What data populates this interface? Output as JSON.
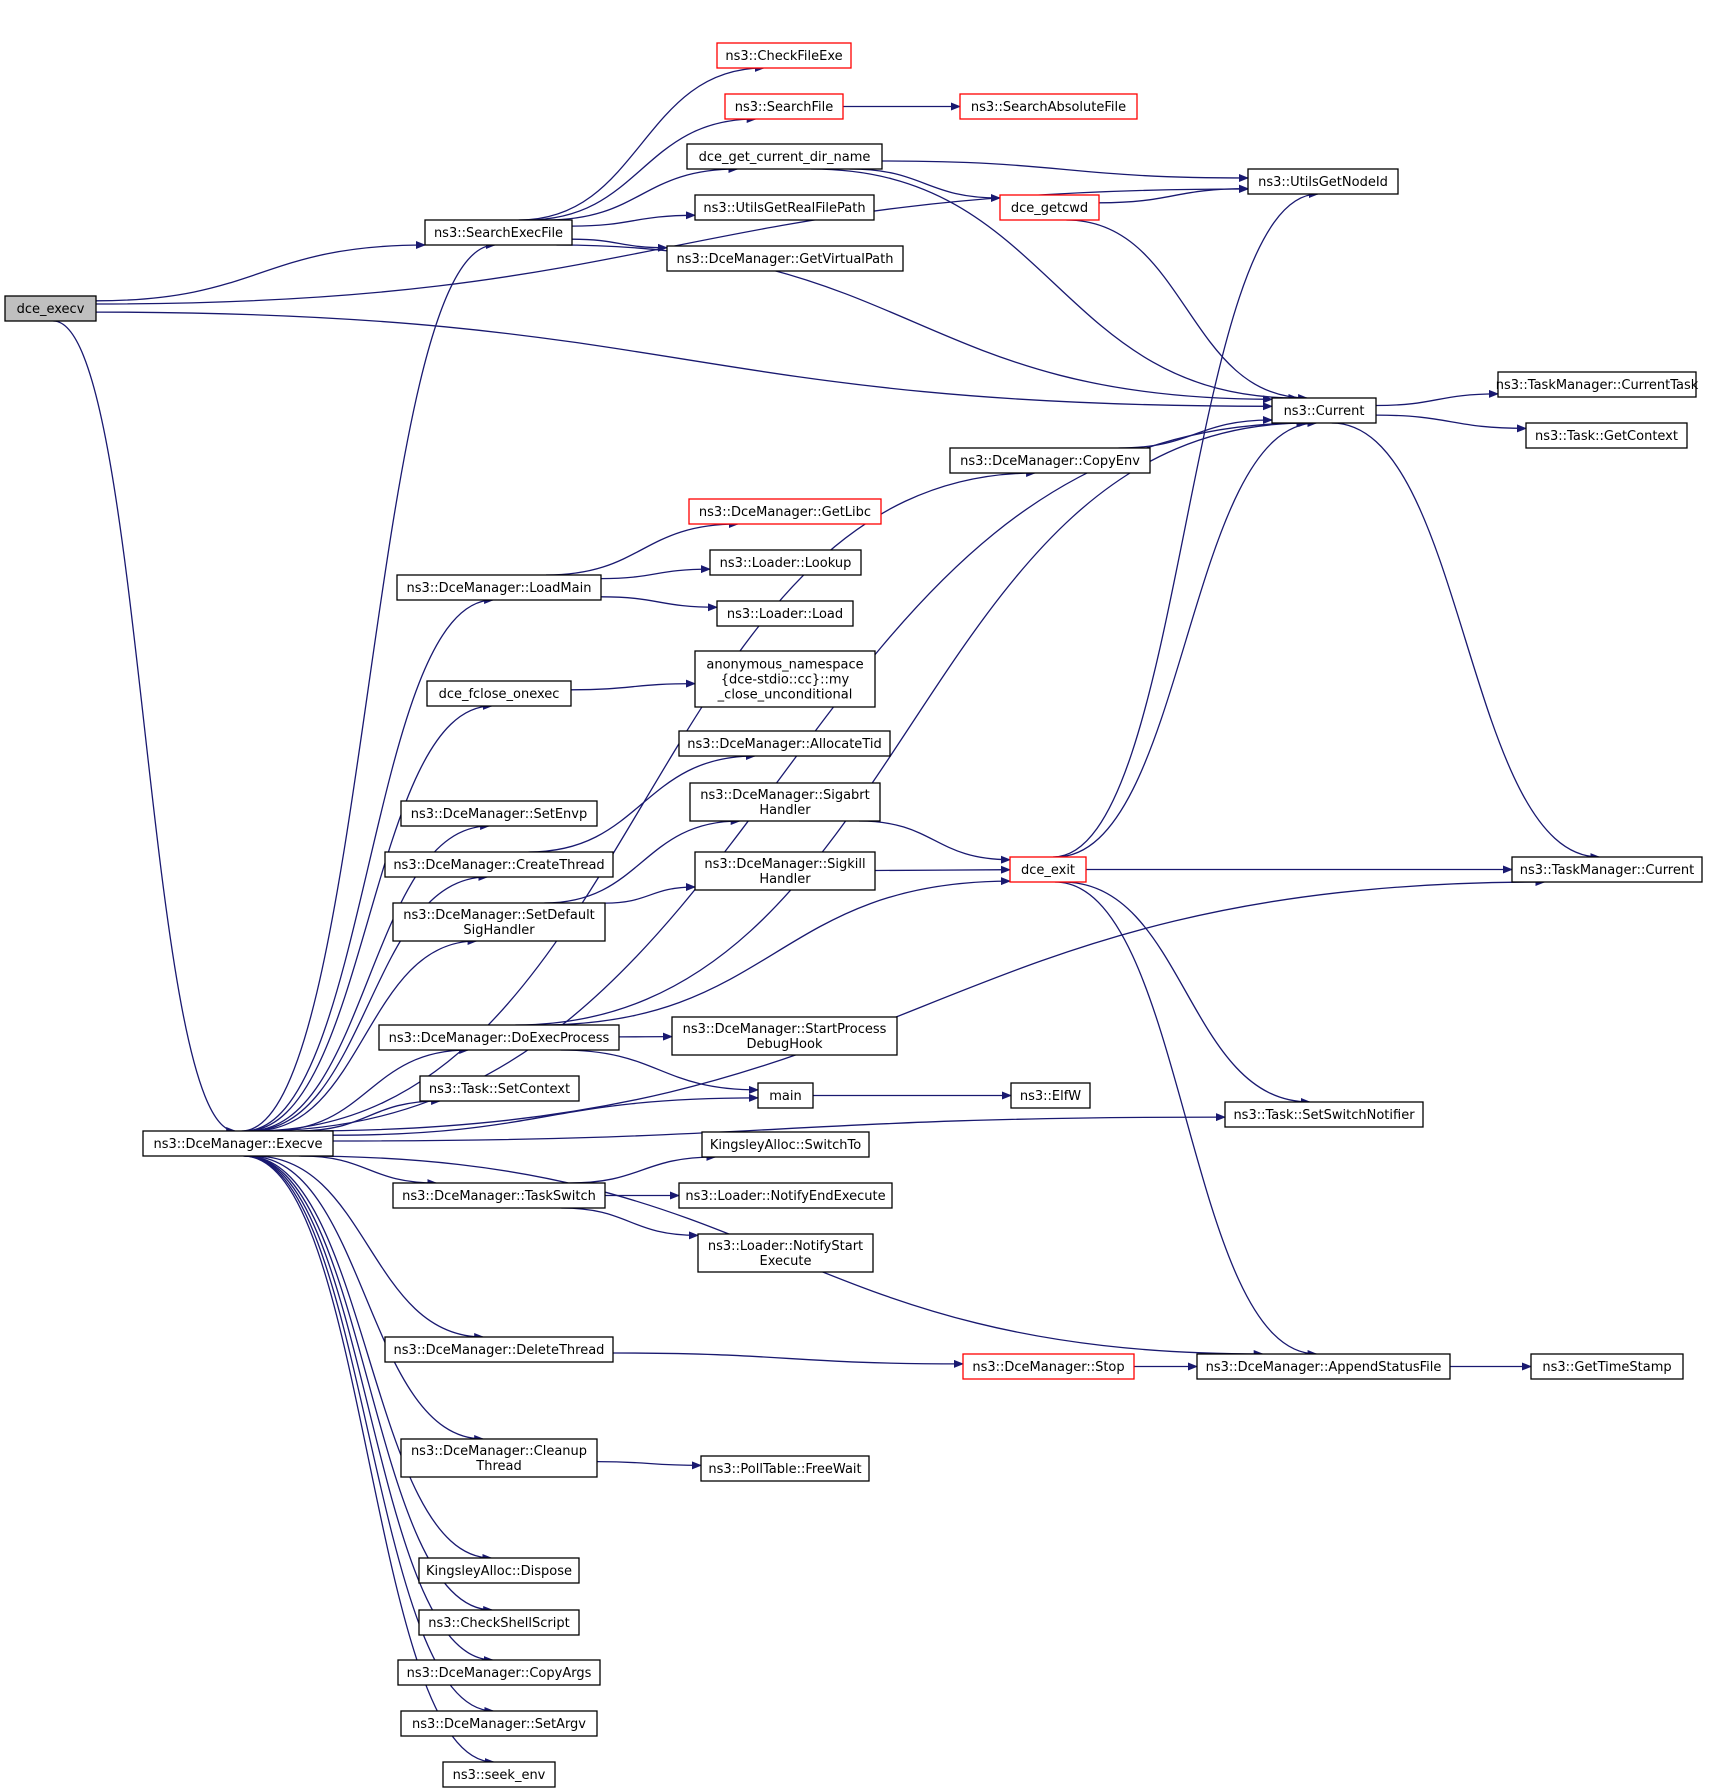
{
  "colors": {
    "edge": "#191970",
    "node_border": "#000000",
    "truncated_border": "#ff0000",
    "root_fill": "#bfbfbf"
  },
  "nodes": {
    "dce_execv": {
      "lines": [
        "dce_execv"
      ],
      "style": "root"
    },
    "execve": {
      "lines": [
        "ns3::DceManager::Execve"
      ],
      "style": "normal"
    },
    "searchexecfile": {
      "lines": [
        "ns3::SearchExecFile"
      ],
      "style": "normal"
    },
    "checkfileexe": {
      "lines": [
        "ns3::CheckFileExe"
      ],
      "style": "red"
    },
    "searchfile": {
      "lines": [
        "ns3::SearchFile"
      ],
      "style": "red"
    },
    "searchabsolutefile": {
      "lines": [
        "ns3::SearchAbsoluteFile"
      ],
      "style": "red"
    },
    "dce_get_current_dir_name": {
      "lines": [
        "dce_get_current_dir_name"
      ],
      "style": "normal"
    },
    "utilsgetnodeid": {
      "lines": [
        "ns3::UtilsGetNodeId"
      ],
      "style": "normal"
    },
    "dce_getcwd": {
      "lines": [
        "dce_getcwd"
      ],
      "style": "red"
    },
    "utilsgetrealfilepath": {
      "lines": [
        "ns3::UtilsGetRealFilePath"
      ],
      "style": "normal"
    },
    "getvirtualpath": {
      "lines": [
        "ns3::DceManager::GetVirtualPath"
      ],
      "style": "normal"
    },
    "current": {
      "lines": [
        "ns3::Current"
      ],
      "style": "normal"
    },
    "currenttask": {
      "lines": [
        "ns3::TaskManager::CurrentTask"
      ],
      "style": "normal"
    },
    "taskgetcontext": {
      "lines": [
        "ns3::Task::GetContext"
      ],
      "style": "normal"
    },
    "copyenv": {
      "lines": [
        "ns3::DceManager::CopyEnv"
      ],
      "style": "normal"
    },
    "getlibc": {
      "lines": [
        "ns3::DceManager::GetLibc"
      ],
      "style": "red"
    },
    "loadmain": {
      "lines": [
        "ns3::DceManager::LoadMain"
      ],
      "style": "normal"
    },
    "loaderlookup": {
      "lines": [
        "ns3::Loader::Lookup"
      ],
      "style": "normal"
    },
    "loaderload": {
      "lines": [
        "ns3::Loader::Load"
      ],
      "style": "normal"
    },
    "dce_fclose_onexec": {
      "lines": [
        "dce_fclose_onexec"
      ],
      "style": "normal"
    },
    "my_close": {
      "lines": [
        "anonymous_namespace",
        "{dce-stdio::cc}::my",
        "_close_unconditional"
      ],
      "style": "normal"
    },
    "allocatetid": {
      "lines": [
        "ns3::DceManager::AllocateTid"
      ],
      "style": "normal"
    },
    "sigabrt": {
      "lines": [
        "ns3::DceManager::Sigabrt",
        "Handler"
      ],
      "style": "normal"
    },
    "setenvp": {
      "lines": [
        "ns3::DceManager::SetEnvp"
      ],
      "style": "normal"
    },
    "createthread": {
      "lines": [
        "ns3::DceManager::CreateThread"
      ],
      "style": "normal"
    },
    "sigkill": {
      "lines": [
        "ns3::DceManager::Sigkill",
        "Handler"
      ],
      "style": "normal"
    },
    "dce_exit": {
      "lines": [
        "dce_exit"
      ],
      "style": "red"
    },
    "tm_current": {
      "lines": [
        "ns3::TaskManager::Current"
      ],
      "style": "normal"
    },
    "setdefaultsig": {
      "lines": [
        "ns3::DceManager::SetDefault",
        "SigHandler"
      ],
      "style": "normal"
    },
    "doexecprocess": {
      "lines": [
        "ns3::DceManager::DoExecProcess"
      ],
      "style": "normal"
    },
    "startprocessdebug": {
      "lines": [
        "ns3::DceManager::StartProcess",
        "DebugHook"
      ],
      "style": "normal"
    },
    "tasksetcontext": {
      "lines": [
        "ns3::Task::SetContext"
      ],
      "style": "normal"
    },
    "main": {
      "lines": [
        "main"
      ],
      "style": "normal"
    },
    "elfw": {
      "lines": [
        "ns3::ElfW"
      ],
      "style": "normal"
    },
    "setswitchnotifier": {
      "lines": [
        "ns3::Task::SetSwitchNotifier"
      ],
      "style": "normal"
    },
    "kingsleyswitchto": {
      "lines": [
        "KingsleyAlloc::SwitchTo"
      ],
      "style": "normal"
    },
    "taskswitch": {
      "lines": [
        "ns3::DceManager::TaskSwitch"
      ],
      "style": "normal"
    },
    "notifyendexecute": {
      "lines": [
        "ns3::Loader::NotifyEndExecute"
      ],
      "style": "normal"
    },
    "notifystartexecute": {
      "lines": [
        "ns3::Loader::NotifyStart",
        "Execute"
      ],
      "style": "normal"
    },
    "deletethread": {
      "lines": [
        "ns3::DceManager::DeleteThread"
      ],
      "style": "normal"
    },
    "stop": {
      "lines": [
        "ns3::DceManager::Stop"
      ],
      "style": "red"
    },
    "appendstatusfile": {
      "lines": [
        "ns3::DceManager::AppendStatusFile"
      ],
      "style": "normal"
    },
    "gettimestamp": {
      "lines": [
        "ns3::GetTimeStamp"
      ],
      "style": "normal"
    },
    "cleanupthread": {
      "lines": [
        "ns3::DceManager::Cleanup",
        "Thread"
      ],
      "style": "normal"
    },
    "freewait": {
      "lines": [
        "ns3::PollTable::FreeWait"
      ],
      "style": "normal"
    },
    "kingsleydispose": {
      "lines": [
        "KingsleyAlloc::Dispose"
      ],
      "style": "normal"
    },
    "checkshellscript": {
      "lines": [
        "ns3::CheckShellScript"
      ],
      "style": "normal"
    },
    "copyargs": {
      "lines": [
        "ns3::DceManager::CopyArgs"
      ],
      "style": "normal"
    },
    "setargv": {
      "lines": [
        "ns3::DceManager::SetArgv"
      ],
      "style": "normal"
    },
    "seek_env": {
      "lines": [
        "ns3::seek_env"
      ],
      "style": "normal"
    }
  },
  "edges": [
    [
      "dce_execv",
      "utilsgetnodeid"
    ],
    [
      "dce_execv",
      "searchexecfile"
    ],
    [
      "dce_execv",
      "current"
    ],
    [
      "dce_execv",
      "execve"
    ],
    [
      "searchexecfile",
      "checkfileexe"
    ],
    [
      "searchexecfile",
      "searchfile"
    ],
    [
      "searchexecfile",
      "dce_get_current_dir_name"
    ],
    [
      "searchexecfile",
      "utilsgetrealfilepath"
    ],
    [
      "searchexecfile",
      "getvirtualpath"
    ],
    [
      "searchexecfile",
      "current"
    ],
    [
      "searchfile",
      "searchabsolutefile"
    ],
    [
      "dce_get_current_dir_name",
      "utilsgetnodeid"
    ],
    [
      "dce_get_current_dir_name",
      "dce_getcwd"
    ],
    [
      "dce_get_current_dir_name",
      "current"
    ],
    [
      "dce_getcwd",
      "utilsgetnodeid"
    ],
    [
      "dce_getcwd",
      "current"
    ],
    [
      "current",
      "currenttask"
    ],
    [
      "current",
      "taskgetcontext"
    ],
    [
      "current",
      "tm_current"
    ],
    [
      "copyenv",
      "current"
    ],
    [
      "loadmain",
      "getlibc"
    ],
    [
      "loadmain",
      "loaderlookup"
    ],
    [
      "loadmain",
      "loaderload"
    ],
    [
      "dce_fclose_onexec",
      "my_close"
    ],
    [
      "createthread",
      "allocatetid"
    ],
    [
      "setdefaultsig",
      "sigabrt"
    ],
    [
      "setdefaultsig",
      "sigkill"
    ],
    [
      "sigabrt",
      "dce_exit"
    ],
    [
      "sigkill",
      "dce_exit"
    ],
    [
      "dce_exit",
      "utilsgetnodeid"
    ],
    [
      "dce_exit",
      "current"
    ],
    [
      "dce_exit",
      "tm_current"
    ],
    [
      "dce_exit",
      "setswitchnotifier"
    ],
    [
      "dce_exit",
      "appendstatusfile"
    ],
    [
      "doexecprocess",
      "dce_exit"
    ],
    [
      "doexecprocess",
      "current"
    ],
    [
      "doexecprocess",
      "startprocessdebug"
    ],
    [
      "doexecprocess",
      "main"
    ],
    [
      "main",
      "elfw"
    ],
    [
      "taskswitch",
      "kingsleyswitchto"
    ],
    [
      "taskswitch",
      "notifyendexecute"
    ],
    [
      "taskswitch",
      "notifystartexecute"
    ],
    [
      "deletethread",
      "stop"
    ],
    [
      "stop",
      "appendstatusfile"
    ],
    [
      "appendstatusfile",
      "gettimestamp"
    ],
    [
      "cleanupthread",
      "freewait"
    ],
    [
      "execve",
      "searchexecfile"
    ],
    [
      "execve",
      "current"
    ],
    [
      "execve",
      "copyenv"
    ],
    [
      "execve",
      "loadmain"
    ],
    [
      "execve",
      "dce_fclose_onexec"
    ],
    [
      "execve",
      "setenvp"
    ],
    [
      "execve",
      "createthread"
    ],
    [
      "execve",
      "setdefaultsig"
    ],
    [
      "execve",
      "doexecprocess"
    ],
    [
      "execve",
      "tasksetcontext"
    ],
    [
      "execve",
      "main"
    ],
    [
      "execve",
      "taskswitch"
    ],
    [
      "execve",
      "setswitchnotifier"
    ],
    [
      "execve",
      "deletethread"
    ],
    [
      "execve",
      "appendstatusfile"
    ],
    [
      "execve",
      "cleanupthread"
    ],
    [
      "execve",
      "tm_current"
    ],
    [
      "execve",
      "kingsleydispose"
    ],
    [
      "execve",
      "checkshellscript"
    ],
    [
      "execve",
      "copyargs"
    ],
    [
      "execve",
      "setargv"
    ],
    [
      "execve",
      "seek_env"
    ]
  ]
}
